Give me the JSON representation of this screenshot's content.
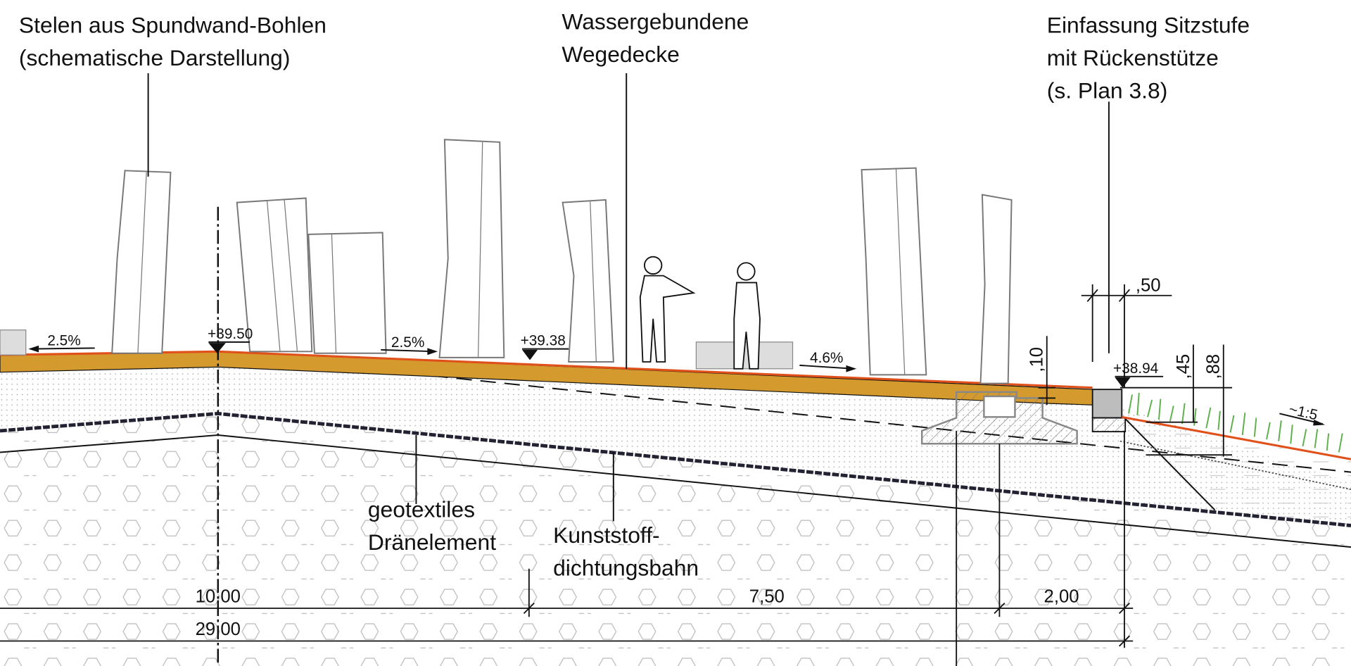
{
  "labels": {
    "stelen": [
      "Stelen aus Spundwand-Bohlen",
      "(schematische Darstellung)"
    ],
    "wegedecke": [
      "Wassergebundene",
      "Wegedecke"
    ],
    "einfassung": [
      "Einfassung Sitzstufe",
      "mit Rückenstütze",
      "(s. Plan 3.8)"
    ],
    "geotextil": [
      "geotextiles",
      "Dränelement"
    ],
    "dichtung": [
      "Kunststoff-",
      "dichtungsbahn"
    ]
  },
  "levels": {
    "peak": "+39.50",
    "mid": "+39.38",
    "edge": "+38.94"
  },
  "slopes": {
    "left": "2.5%",
    "right": "2.5%",
    "path": "4.6%",
    "embankment": "~1:5"
  },
  "dimensions": {
    "d1": "10,00",
    "d2": "7,50",
    "d3": "2,00",
    "total": "29,00",
    "seat_width": ",50",
    "layer": ",10",
    "h1": ",45",
    "h2": ",88"
  },
  "colors": {
    "surface": "#d49a2e",
    "edge_line": "#e0501a",
    "grass": "#5db04a",
    "block": "#bdbdbd"
  }
}
